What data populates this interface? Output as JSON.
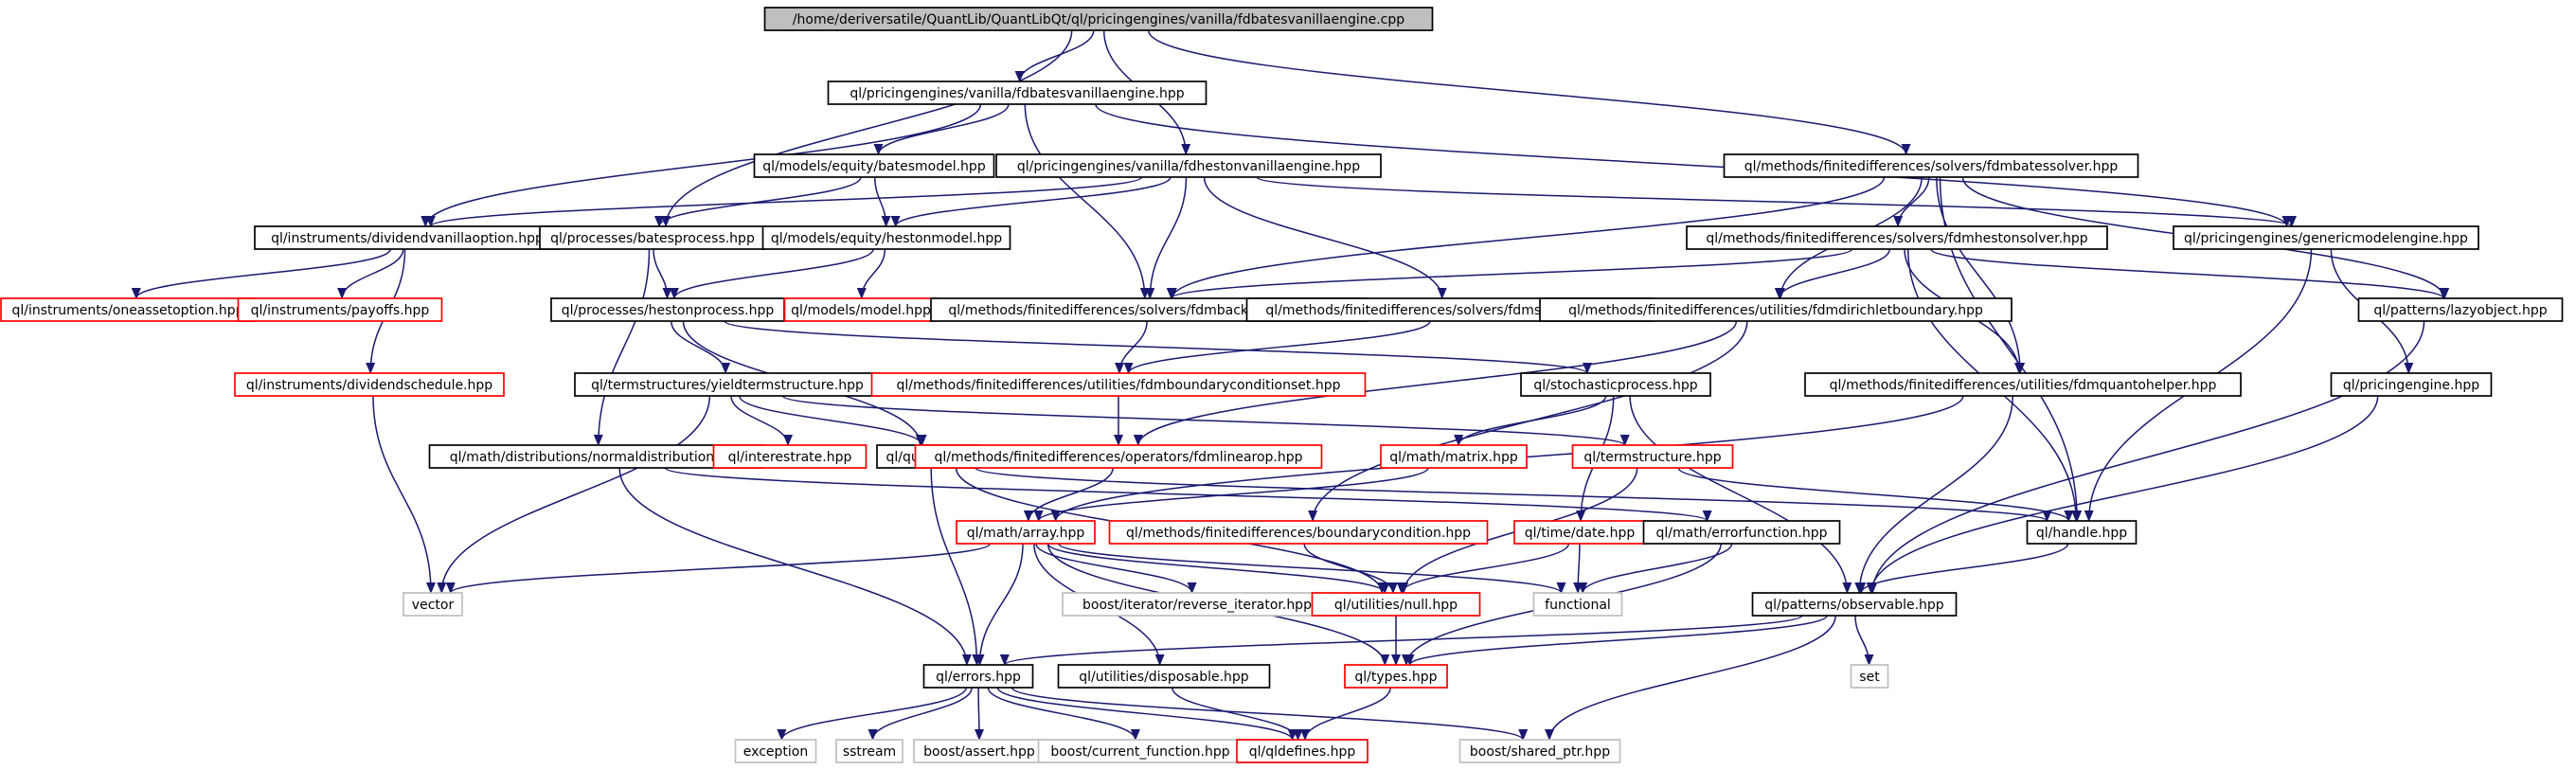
{
  "colors": {
    "edge": "#191970",
    "root_fill": "#bfbfbf",
    "normal_border": "#000000",
    "incomplete_border": "#ff0000",
    "external_border": "#bfbfbf"
  },
  "nodes": [
    {
      "id": "root",
      "label": "/home/deriversatile/QuantLib/QuantLibQt/ql/pricingengines/vanilla/fdbatesvanillaengine.cpp",
      "kind": "root"
    },
    {
      "id": "fdbatesvanillaengine_hpp",
      "label": "ql/pricingengines/vanilla/fdbatesvanillaengine.hpp",
      "kind": "normal"
    },
    {
      "id": "batesmodel",
      "label": "ql/models/equity/batesmodel.hpp",
      "kind": "normal"
    },
    {
      "id": "fdhestonvanillaengine",
      "label": "ql/pricingengines/vanilla/fdhestonvanillaengine.hpp",
      "kind": "normal"
    },
    {
      "id": "fdmbatessolver",
      "label": "ql/methods/finitedifferences/solvers/fdmbatessolver.hpp",
      "kind": "normal"
    },
    {
      "id": "dividendvanillaoption",
      "label": "ql/instruments/dividendvanillaoption.hpp",
      "kind": "normal"
    },
    {
      "id": "batesprocess",
      "label": "ql/processes/batesprocess.hpp",
      "kind": "normal"
    },
    {
      "id": "hestonmodel",
      "label": "ql/models/equity/hestonmodel.hpp",
      "kind": "normal"
    },
    {
      "id": "fdmhestonsolver",
      "label": "ql/methods/finitedifferences/solvers/fdmhestonsolver.hpp",
      "kind": "normal"
    },
    {
      "id": "genericmodelengine",
      "label": "ql/pricingengines/genericmodelengine.hpp",
      "kind": "normal"
    },
    {
      "id": "oneassetoption",
      "label": "ql/instruments/oneassetoption.hpp",
      "kind": "incomplete"
    },
    {
      "id": "payoffs",
      "label": "ql/instruments/payoffs.hpp",
      "kind": "incomplete"
    },
    {
      "id": "hestonprocess",
      "label": "ql/processes/hestonprocess.hpp",
      "kind": "normal"
    },
    {
      "id": "model",
      "label": "ql/models/model.hpp",
      "kind": "incomplete"
    },
    {
      "id": "fdmbackwardsolver",
      "label": "ql/methods/finitedifferences/solvers/fdmbackwardsolver.hpp",
      "kind": "normal"
    },
    {
      "id": "fdmsolverdesc",
      "label": "ql/methods/finitedifferences/solvers/fdmsolverdesc.hpp",
      "kind": "normal"
    },
    {
      "id": "fdmdirichletboundary",
      "label": "ql/methods/finitedifferences/utilities/fdmdirichletboundary.hpp",
      "kind": "normal"
    },
    {
      "id": "lazyobject",
      "label": "ql/patterns/lazyobject.hpp",
      "kind": "normal"
    },
    {
      "id": "dividendschedule",
      "label": "ql/instruments/dividendschedule.hpp",
      "kind": "incomplete"
    },
    {
      "id": "yieldtermstructure",
      "label": "ql/termstructures/yieldtermstructure.hpp",
      "kind": "normal"
    },
    {
      "id": "fdmboundaryconditionset",
      "label": "ql/methods/finitedifferences/utilities/fdmboundaryconditionset.hpp",
      "kind": "incomplete"
    },
    {
      "id": "stochasticprocess",
      "label": "ql/stochasticprocess.hpp",
      "kind": "normal"
    },
    {
      "id": "fdmquantohelper",
      "label": "ql/methods/finitedifferences/utilities/fdmquantohelper.hpp",
      "kind": "normal"
    },
    {
      "id": "pricingengine",
      "label": "ql/pricingengine.hpp",
      "kind": "normal"
    },
    {
      "id": "normaldistribution",
      "label": "ql/math/distributions/normaldistribution.hpp",
      "kind": "normal"
    },
    {
      "id": "interestrate",
      "label": "ql/interestrate.hpp",
      "kind": "incomplete"
    },
    {
      "id": "quote",
      "label": "ql/quote.hpp",
      "kind": "normal"
    },
    {
      "id": "fdmlinearop",
      "label": "ql/methods/finitedifferences/operators/fdmlinearop.hpp",
      "kind": "incomplete"
    },
    {
      "id": "matrix",
      "label": "ql/math/matrix.hpp",
      "kind": "incomplete"
    },
    {
      "id": "termstructure",
      "label": "ql/termstructure.hpp",
      "kind": "incomplete"
    },
    {
      "id": "array",
      "label": "ql/math/array.hpp",
      "kind": "incomplete"
    },
    {
      "id": "boundarycondition",
      "label": "ql/methods/finitedifferences/boundarycondition.hpp",
      "kind": "incomplete"
    },
    {
      "id": "date",
      "label": "ql/time/date.hpp",
      "kind": "incomplete"
    },
    {
      "id": "errorfunction",
      "label": "ql/math/errorfunction.hpp",
      "kind": "normal"
    },
    {
      "id": "handle",
      "label": "ql/handle.hpp",
      "kind": "normal"
    },
    {
      "id": "vector",
      "label": "vector",
      "kind": "external"
    },
    {
      "id": "reverse_iterator",
      "label": "boost/iterator/reverse_iterator.hpp",
      "kind": "external"
    },
    {
      "id": "null",
      "label": "ql/utilities/null.hpp",
      "kind": "incomplete"
    },
    {
      "id": "functional",
      "label": "functional",
      "kind": "external"
    },
    {
      "id": "observable",
      "label": "ql/patterns/observable.hpp",
      "kind": "normal"
    },
    {
      "id": "errors",
      "label": "ql/errors.hpp",
      "kind": "normal"
    },
    {
      "id": "disposable",
      "label": "ql/utilities/disposable.hpp",
      "kind": "normal"
    },
    {
      "id": "types",
      "label": "ql/types.hpp",
      "kind": "incomplete"
    },
    {
      "id": "set",
      "label": "set",
      "kind": "external"
    },
    {
      "id": "exception",
      "label": "exception",
      "kind": "external"
    },
    {
      "id": "sstream",
      "label": "sstream",
      "kind": "external"
    },
    {
      "id": "assert",
      "label": "boost/assert.hpp",
      "kind": "external"
    },
    {
      "id": "current_function",
      "label": "boost/current_function.hpp",
      "kind": "external"
    },
    {
      "id": "qldefines",
      "label": "ql/qldefines.hpp",
      "kind": "incomplete"
    },
    {
      "id": "shared_ptr",
      "label": "boost/shared_ptr.hpp",
      "kind": "external"
    }
  ],
  "edges": [
    [
      "root",
      "fdbatesvanillaengine_hpp"
    ],
    [
      "root",
      "fdhestonvanillaengine"
    ],
    [
      "root",
      "fdmbatessolver"
    ],
    [
      "root",
      "batesprocess"
    ],
    [
      "fdbatesvanillaengine_hpp",
      "batesmodel"
    ],
    [
      "fdbatesvanillaengine_hpp",
      "dividendvanillaoption"
    ],
    [
      "fdbatesvanillaengine_hpp",
      "fdmbackwardsolver"
    ],
    [
      "fdbatesvanillaengine_hpp",
      "genericmodelengine"
    ],
    [
      "batesmodel",
      "batesprocess"
    ],
    [
      "batesmodel",
      "hestonmodel"
    ],
    [
      "fdhestonvanillaengine",
      "dividendvanillaoption"
    ],
    [
      "fdhestonvanillaengine",
      "hestonmodel"
    ],
    [
      "fdhestonvanillaengine",
      "fdmbackwardsolver"
    ],
    [
      "fdhestonvanillaengine",
      "fdmsolverdesc"
    ],
    [
      "fdhestonvanillaengine",
      "genericmodelengine"
    ],
    [
      "fdmbatessolver",
      "fdmhestonsolver"
    ],
    [
      "fdmbatessolver",
      "fdmbackwardsolver"
    ],
    [
      "fdmbatessolver",
      "fdmdirichletboundary"
    ],
    [
      "fdmbatessolver",
      "fdmquantohelper"
    ],
    [
      "fdmbatessolver",
      "lazyobject"
    ],
    [
      "fdmbatessolver",
      "handle"
    ],
    [
      "dividendvanillaoption",
      "oneassetoption"
    ],
    [
      "dividendvanillaoption",
      "payoffs"
    ],
    [
      "dividendvanillaoption",
      "dividendschedule"
    ],
    [
      "batesprocess",
      "hestonprocess"
    ],
    [
      "batesprocess",
      "normaldistribution"
    ],
    [
      "hestonmodel",
      "hestonprocess"
    ],
    [
      "hestonmodel",
      "model"
    ],
    [
      "fdmhestonsolver",
      "fdmbackwardsolver"
    ],
    [
      "fdmhestonsolver",
      "fdmdirichletboundary"
    ],
    [
      "fdmhestonsolver",
      "fdmquantohelper"
    ],
    [
      "fdmhestonsolver",
      "lazyobject"
    ],
    [
      "fdmhestonsolver",
      "handle"
    ],
    [
      "genericmodelengine",
      "pricingengine"
    ],
    [
      "genericmodelengine",
      "handle"
    ],
    [
      "hestonprocess",
      "yieldtermstructure"
    ],
    [
      "hestonprocess",
      "stochasticprocess"
    ],
    [
      "hestonprocess",
      "quote"
    ],
    [
      "fdmbackwardsolver",
      "fdmboundaryconditionset"
    ],
    [
      "fdmsolverdesc",
      "fdmboundaryconditionset"
    ],
    [
      "fdmdirichletboundary",
      "boundarycondition"
    ],
    [
      "fdmdirichletboundary",
      "fdmlinearop"
    ],
    [
      "lazyobject",
      "observable"
    ],
    [
      "dividendschedule",
      "vector"
    ],
    [
      "yieldtermstructure",
      "interestrate"
    ],
    [
      "yieldtermstructure",
      "quote"
    ],
    [
      "yieldtermstructure",
      "termstructure"
    ],
    [
      "yieldtermstructure",
      "vector"
    ],
    [
      "fdmboundaryconditionset",
      "fdmlinearop"
    ],
    [
      "stochasticprocess",
      "matrix"
    ],
    [
      "stochasticprocess",
      "date"
    ],
    [
      "stochasticprocess",
      "observable"
    ],
    [
      "fdmquantohelper",
      "array"
    ],
    [
      "fdmquantohelper",
      "observable"
    ],
    [
      "pricingengine",
      "observable"
    ],
    [
      "normaldistribution",
      "errors"
    ],
    [
      "normaldistribution",
      "errorfunction"
    ],
    [
      "quote",
      "handle"
    ],
    [
      "quote",
      "errors"
    ],
    [
      "quote",
      "null"
    ],
    [
      "fdmlinearop",
      "array"
    ],
    [
      "matrix",
      "array"
    ],
    [
      "termstructure",
      "handle"
    ],
    [
      "termstructure",
      "null"
    ],
    [
      "array",
      "vector"
    ],
    [
      "array",
      "reverse_iterator"
    ],
    [
      "array",
      "null"
    ],
    [
      "array",
      "functional"
    ],
    [
      "array",
      "errors"
    ],
    [
      "array",
      "disposable"
    ],
    [
      "array",
      "types"
    ],
    [
      "boundarycondition",
      "null"
    ],
    [
      "date",
      "null"
    ],
    [
      "date",
      "functional"
    ],
    [
      "errorfunction",
      "functional"
    ],
    [
      "errorfunction",
      "types"
    ],
    [
      "handle",
      "observable"
    ],
    [
      "null",
      "types"
    ],
    [
      "observable",
      "errors"
    ],
    [
      "observable",
      "types"
    ],
    [
      "observable",
      "set"
    ],
    [
      "observable",
      "shared_ptr"
    ],
    [
      "errors",
      "exception"
    ],
    [
      "errors",
      "sstream"
    ],
    [
      "errors",
      "assert"
    ],
    [
      "errors",
      "current_function"
    ],
    [
      "errors",
      "qldefines"
    ],
    [
      "errors",
      "shared_ptr"
    ],
    [
      "disposable",
      "qldefines"
    ],
    [
      "types",
      "qldefines"
    ]
  ]
}
